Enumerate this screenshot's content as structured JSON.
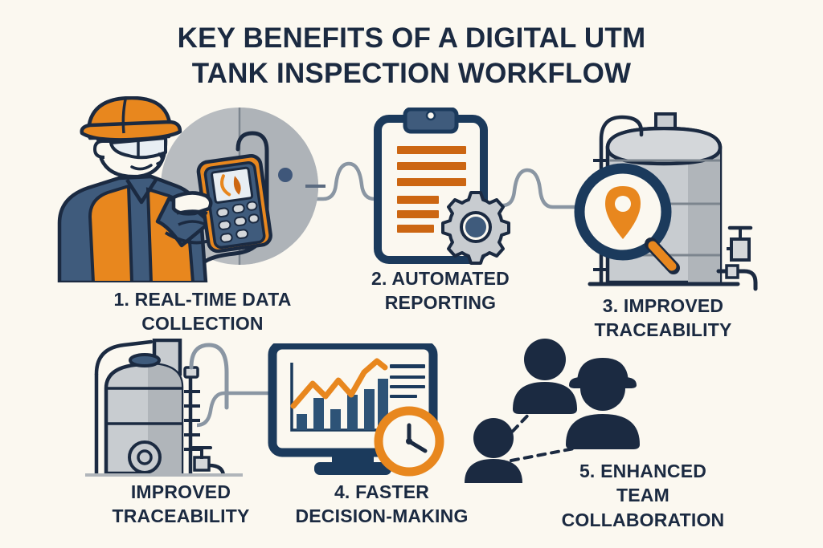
{
  "background_color": "#FBF8F0",
  "palette": {
    "navy": "#1B3A5C",
    "dark_navy": "#1B2A41",
    "orange": "#E8871E",
    "deep_orange": "#CC6612",
    "gray": "#B8BCC0",
    "light_gray": "#D4D7DA",
    "connector": "#8A96A3"
  },
  "title": {
    "line1": "KEY BENEFITS OF A DIGITAL UTM",
    "line2": "TANK INSPECTION WORKFLOW"
  },
  "steps": [
    {
      "number": "1.",
      "icon": "inspector-with-utm-gauge-icon",
      "label_line1": "1. REAL-TIME DATA",
      "label_line2": "COLLECTION"
    },
    {
      "number": "2.",
      "icon": "clipboard-gear-icon",
      "label_line1": "2. AUTOMATED",
      "label_line2": "REPORTING"
    },
    {
      "number": "3.",
      "icon": "tank-magnifier-icon",
      "label_line1": "3. IMPROVED",
      "label_line2": "TRACEABILITY"
    },
    {
      "number": "4.",
      "icon": "monitor-chart-clock-icon",
      "label_line1": "4. FASTER",
      "label_line2": "DECISION-MAKING"
    },
    {
      "number": "5.",
      "icon": "team-collaboration-icon",
      "label_line1": "5. ENHANCED",
      "label_line2": "TEAM",
      "label_line3": "COLLABORATION"
    }
  ],
  "extra_label": {
    "icon": "storage-tank-icon",
    "label_line1": "IMPROVED",
    "label_line2": "TRACEABILITY"
  },
  "chart_in_monitor": {
    "type": "bar",
    "bar_values": [
      28,
      58,
      38,
      62,
      70,
      88
    ],
    "line_trend": "ascending-zigzag"
  }
}
